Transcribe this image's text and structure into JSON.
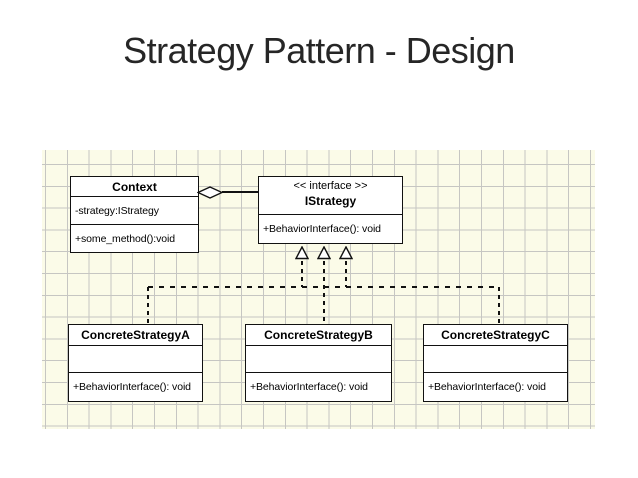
{
  "slide": {
    "title": "Strategy Pattern - Design"
  },
  "colors": {
    "canvas_bg": "#FFFFFF",
    "grid_bg": "#FBFBE8",
    "grid_line": "#C6C6C2",
    "box_bg": "#FFFFFF",
    "line": "#111111",
    "title_text": "#262626"
  },
  "diagram": {
    "type": "uml-class-diagram",
    "classes": [
      {
        "name": "Context",
        "stereotype": "",
        "attributes": [
          "-strategy:IStrategy"
        ],
        "methods": [
          "+some_method():void"
        ]
      },
      {
        "name": "IStrategy",
        "stereotype": "<< interface >>",
        "attributes": [],
        "methods": [
          "+BehaviorInterface(): void"
        ]
      },
      {
        "name": "ConcreteStrategyA",
        "stereotype": "",
        "attributes": [],
        "methods": [
          "+BehaviorInterface(): void"
        ]
      },
      {
        "name": "ConcreteStrategyB",
        "stereotype": "",
        "attributes": [],
        "methods": [
          "+BehaviorInterface(): void"
        ]
      },
      {
        "name": "ConcreteStrategyC",
        "stereotype": "",
        "attributes": [],
        "methods": [
          "+BehaviorInterface(): void"
        ]
      }
    ],
    "relationships": [
      {
        "type": "aggregation",
        "from": "Context",
        "to": "IStrategy"
      },
      {
        "type": "realization",
        "from": "ConcreteStrategyA",
        "to": "IStrategy"
      },
      {
        "type": "realization",
        "from": "ConcreteStrategyB",
        "to": "IStrategy"
      },
      {
        "type": "realization",
        "from": "ConcreteStrategyC",
        "to": "IStrategy"
      }
    ]
  }
}
